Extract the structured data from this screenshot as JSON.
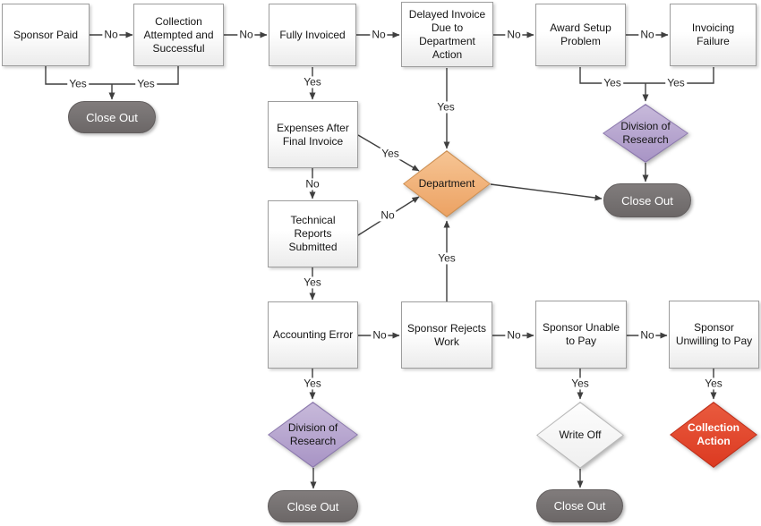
{
  "nodes": {
    "sponsor_paid": {
      "label": "Sponsor Paid",
      "type": "process"
    },
    "collection_attempted": {
      "label": "Collection Attempted and Successful",
      "type": "process"
    },
    "fully_invoiced": {
      "label": "Fully Invoiced",
      "type": "process"
    },
    "delayed_invoice": {
      "label": "Delayed Invoice Due to Department Action",
      "type": "process"
    },
    "award_setup": {
      "label": "Award Setup Problem",
      "type": "process"
    },
    "invoicing_failure": {
      "label": "Invoicing Failure",
      "type": "process"
    },
    "expenses_after": {
      "label": "Expenses After Final Invoice",
      "type": "process"
    },
    "technical_reports": {
      "label": "Technical Reports Submitted",
      "type": "process"
    },
    "accounting_error": {
      "label": "Accounting Error",
      "type": "process"
    },
    "sponsor_rejects": {
      "label": "Sponsor Rejects Work",
      "type": "process"
    },
    "sponsor_unable": {
      "label": "Sponsor Unable to Pay",
      "type": "process"
    },
    "sponsor_unwilling": {
      "label": "Sponsor Unwilling to Pay",
      "type": "process"
    },
    "department": {
      "label": "Department",
      "type": "decision",
      "fill": "#efa566"
    },
    "division_research_top": {
      "label": "Division of Research",
      "type": "decision",
      "fill": "#b4a2cd"
    },
    "division_research_bottom": {
      "label": "Division of Research",
      "type": "decision",
      "fill": "#b4a2cd"
    },
    "write_off": {
      "label": "Write Off",
      "type": "decision",
      "fill": "#f7f7f7"
    },
    "collection_action": {
      "label": "Collection Action",
      "type": "decision",
      "fill": "#e2472b"
    },
    "close_out_top_left": {
      "label": "Close Out",
      "type": "terminator"
    },
    "close_out_right": {
      "label": "Close Out",
      "type": "terminator"
    },
    "close_out_bottom_left": {
      "label": "Close Out",
      "type": "terminator"
    },
    "close_out_bottom_middle": {
      "label": "Close Out",
      "type": "terminator"
    }
  },
  "edges": [
    {
      "from": "sponsor_paid",
      "to": "collection_attempted",
      "label": "No"
    },
    {
      "from": "collection_attempted",
      "to": "fully_invoiced",
      "label": "No"
    },
    {
      "from": "fully_invoiced",
      "to": "delayed_invoice",
      "label": "No"
    },
    {
      "from": "delayed_invoice",
      "to": "award_setup",
      "label": "No"
    },
    {
      "from": "award_setup",
      "to": "invoicing_failure",
      "label": "No"
    },
    {
      "from": "sponsor_paid",
      "to": "close_out_top_left",
      "label": "Yes"
    },
    {
      "from": "collection_attempted",
      "to": "close_out_top_left",
      "label": "Yes"
    },
    {
      "from": "fully_invoiced",
      "to": "expenses_after",
      "label": "Yes"
    },
    {
      "from": "expenses_after",
      "to": "department",
      "label": "Yes"
    },
    {
      "from": "expenses_after",
      "to": "technical_reports",
      "label": "No"
    },
    {
      "from": "delayed_invoice",
      "to": "department",
      "label": "Yes"
    },
    {
      "from": "technical_reports",
      "to": "department",
      "label": "No"
    },
    {
      "from": "technical_reports",
      "to": "accounting_error",
      "label": "Yes"
    },
    {
      "from": "department",
      "to": "close_out_right",
      "label": ""
    },
    {
      "from": "award_setup",
      "to": "division_research_top",
      "label": "Yes"
    },
    {
      "from": "invoicing_failure",
      "to": "division_research_top",
      "label": "Yes"
    },
    {
      "from": "division_research_top",
      "to": "close_out_right",
      "label": ""
    },
    {
      "from": "accounting_error",
      "to": "sponsor_rejects",
      "label": "No"
    },
    {
      "from": "accounting_error",
      "to": "division_research_bottom",
      "label": "Yes"
    },
    {
      "from": "division_research_bottom",
      "to": "close_out_bottom_left",
      "label": ""
    },
    {
      "from": "sponsor_rejects",
      "to": "department",
      "label": "Yes"
    },
    {
      "from": "sponsor_rejects",
      "to": "sponsor_unable",
      "label": "No"
    },
    {
      "from": "sponsor_unable",
      "to": "write_off",
      "label": "Yes"
    },
    {
      "from": "write_off",
      "to": "close_out_bottom_middle",
      "label": ""
    },
    {
      "from": "sponsor_unable",
      "to": "sponsor_unwilling",
      "label": "No"
    },
    {
      "from": "sponsor_unwilling",
      "to": "collection_action",
      "label": "Yes"
    }
  ],
  "colors": {
    "process_fill_top": "#ffffff",
    "process_fill_bottom": "#ebebeb",
    "process_border": "#9d9d9d",
    "terminator_fill": "#757171",
    "terminator_text": "#ffffff",
    "department_fill_top": "#f6c493",
    "department_fill_bottom": "#eca263",
    "department_border": "#cd8f52",
    "division_fill_top": "#c7b9da",
    "division_fill_bottom": "#a894c5",
    "division_border": "#8b78ad",
    "writeoff_fill_top": "#fdfdfd",
    "writeoff_fill_bottom": "#efefef",
    "writeoff_border": "#b8b8b8",
    "collection_fill_top": "#e95a3e",
    "collection_fill_bottom": "#dc3a21",
    "collection_border": "#bf2f1a",
    "collection_text": "#ffffff",
    "connector": "#3f3f3f",
    "label_text": "#262626"
  }
}
